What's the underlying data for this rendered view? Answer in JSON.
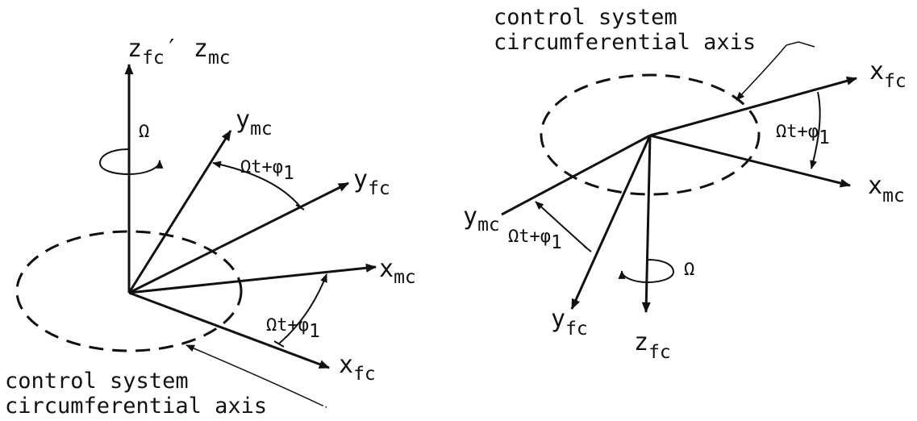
{
  "left_frame": {
    "z_label": {
      "base": "z",
      "sub": "fc",
      "sep": "′ ",
      "base2": "z",
      "sub2": "mc"
    },
    "y_mc_label": {
      "base": "y",
      "sub": "mc"
    },
    "y_fc_label": {
      "base": "y",
      "sub": "fc"
    },
    "x_mc_label": {
      "base": "x",
      "sub": "mc"
    },
    "x_fc_label": {
      "base": "x",
      "sub": "fc"
    },
    "rotation_label": "Ω",
    "angle_upper": {
      "text": "Ωt+φ",
      "sub": "1"
    },
    "angle_lower": {
      "text": "Ωt+φ",
      "sub": "1"
    },
    "caption_line1": "control system",
    "caption_line2": "circumferential axis"
  },
  "right_frame": {
    "x_fc_label": {
      "base": "x",
      "sub": "fc"
    },
    "x_mc_label": {
      "base": "x",
      "sub": "mc"
    },
    "y_mc_label": {
      "base": "y",
      "sub": "mc"
    },
    "y_fc_label": {
      "base": "y",
      "sub": "fc"
    },
    "z_fc_label": {
      "base": "z",
      "sub": "fc"
    },
    "rotation_label": "Ω",
    "angle_right": {
      "text": "Ωt+φ",
      "sub": "1"
    },
    "angle_left": {
      "text": "Ωt+φ",
      "sub": "1"
    },
    "caption_line1": "control system",
    "caption_line2": "circumferential axis"
  }
}
